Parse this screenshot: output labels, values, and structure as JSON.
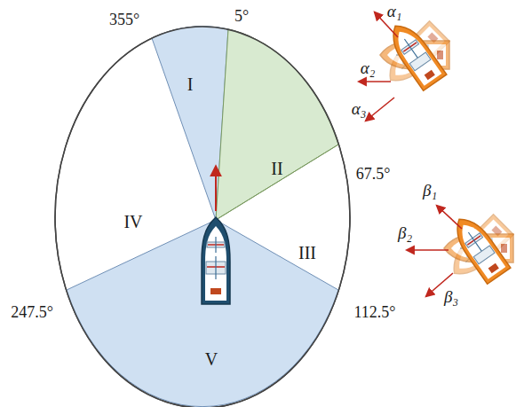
{
  "diagram": {
    "labels": [
      "I",
      "II",
      "III",
      "IV",
      "V",
      "355°",
      "5°",
      "67.5°",
      "112.5°",
      "247.5°",
      "α₁",
      "α₂",
      "α₃",
      "β₁",
      "β₂",
      "β₃"
    ]
  }
}
